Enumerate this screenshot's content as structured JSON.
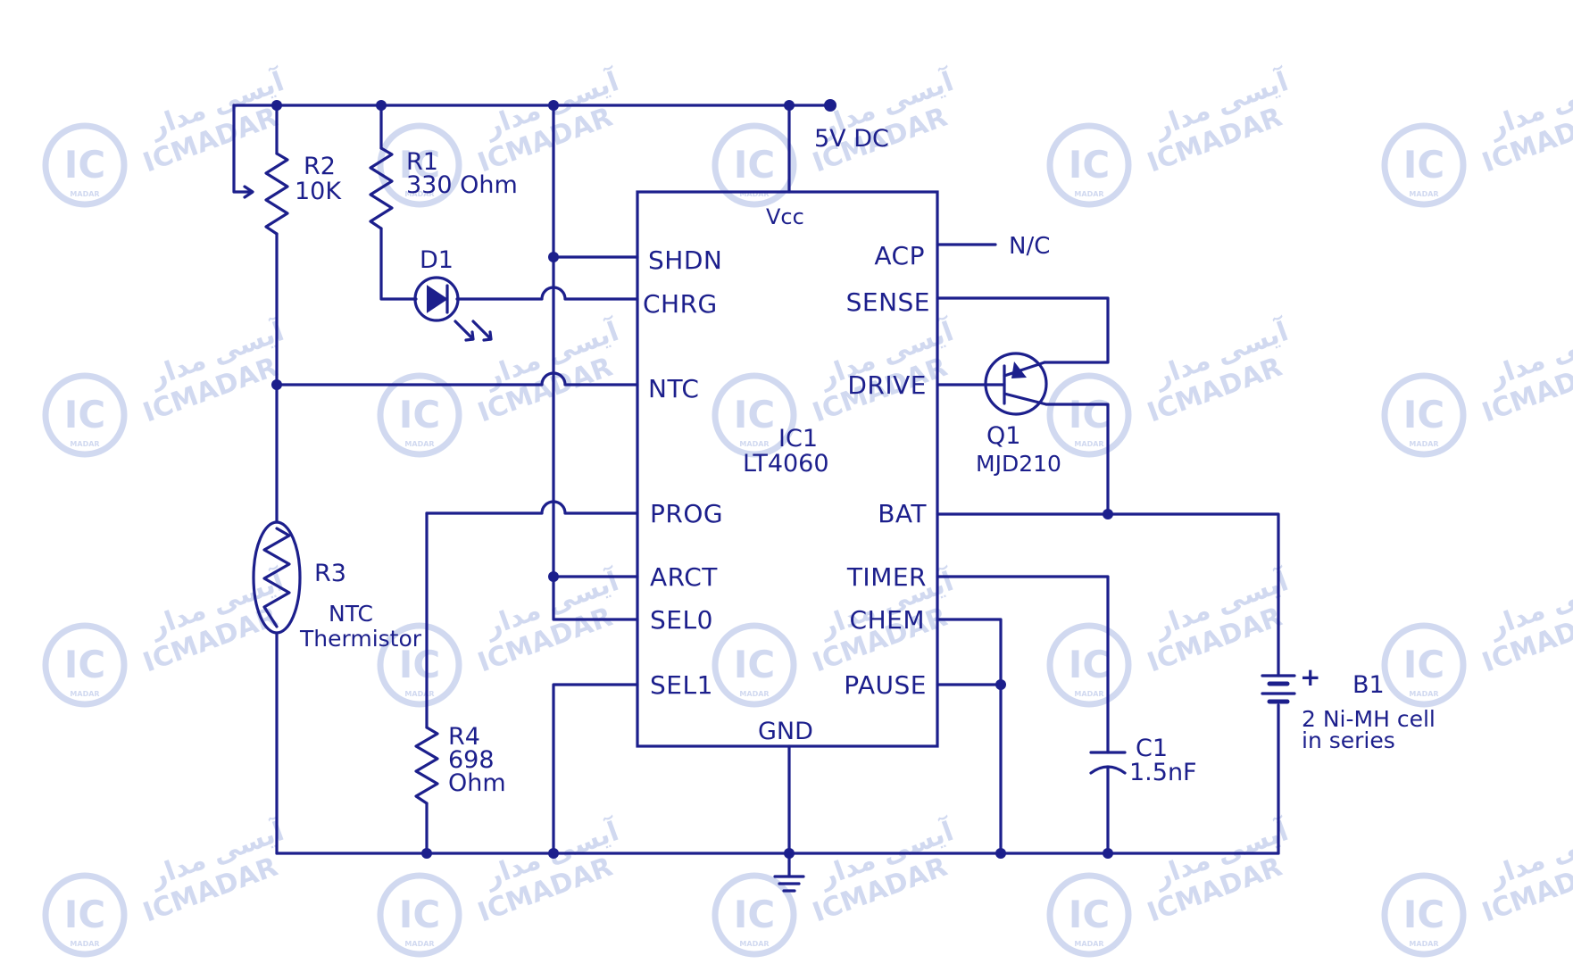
{
  "watermark": {
    "brand_latin": "ICMADAR",
    "brand_persian": "آیسی مدار",
    "logo_text": "IC",
    "logo_subtext": "MADAR"
  },
  "supply": {
    "label": "5V DC"
  },
  "ic": {
    "name": "IC1",
    "part": "LT4060",
    "pins_left": [
      "SHDN",
      "CHRG",
      "NTC",
      "PROG",
      "ARCT",
      "SEL0",
      "SEL1"
    ],
    "pins_right": [
      "ACP",
      "SENSE",
      "DRIVE",
      "BAT",
      "TIMER",
      "CHEM",
      "PAUSE"
    ],
    "pin_top": "Vcc",
    "pin_bottom": "GND"
  },
  "components": {
    "r2": {
      "ref": "R2",
      "value": "10K"
    },
    "r1": {
      "ref": "R1",
      "value": "330 Ohm"
    },
    "d1": {
      "ref": "D1"
    },
    "r3": {
      "ref": "R3",
      "type_line1": "NTC",
      "type_line2": "Thermistor"
    },
    "r4": {
      "ref": "R4",
      "value_line1": "698",
      "value_line2": "Ohm"
    },
    "q1": {
      "ref": "Q1",
      "part": "MJD210"
    },
    "c1": {
      "ref": "C1",
      "value": "1.5nF"
    },
    "b1": {
      "ref": "B1",
      "plus": "+",
      "desc_line1": "2 Ni-MH cell",
      "desc_line2": "in series"
    },
    "acp_nc": "N/C"
  },
  "colors": {
    "ink": "#1c1f8c",
    "watermark": "#c9d3ee",
    "background": "#ffffff"
  }
}
